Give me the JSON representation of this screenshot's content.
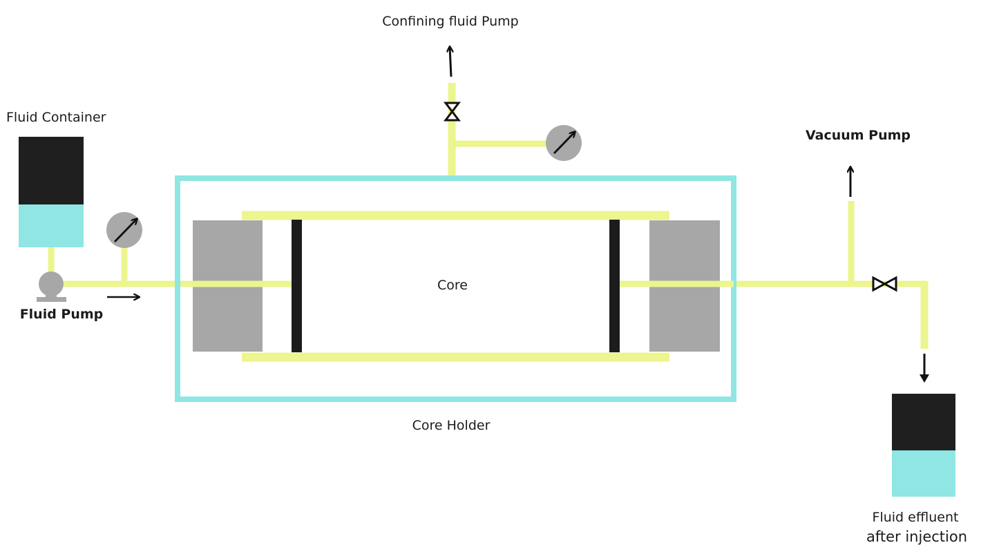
{
  "labels": {
    "confining_pump": "Confining fluid Pump",
    "fluid_container": "Fluid Container",
    "vacuum_pump": "Vacuum Pump",
    "core": "Core",
    "fluid_pump": "Fluid Pump",
    "core_holder": "Core Holder",
    "effluent_line1": "Fluid effluent",
    "effluent_line2": "after injection"
  },
  "colors": {
    "pipe": "#ecf58e",
    "holder_outline": "#8fe6e3",
    "fluid": "#8fe6e3",
    "container_top": "#1f1f1f",
    "end_cap": "#a7a7a7",
    "piston": "#1c1c1c",
    "gauge": "#a9a9a9"
  },
  "icons": {
    "pressure_gauge": "gauge-icon",
    "valve": "bowtie-valve-icon",
    "pump": "centrifugal-pump-icon",
    "flow_arrow": "arrow-icon"
  }
}
